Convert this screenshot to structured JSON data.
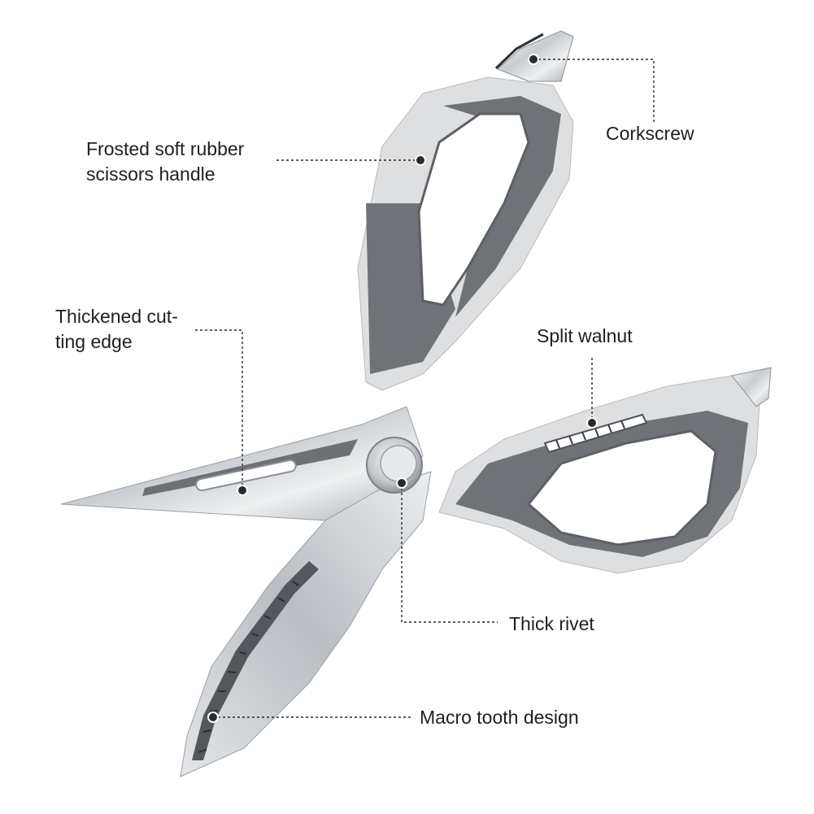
{
  "callouts": {
    "handle": {
      "line1": "Frosted soft rubber",
      "line2": "scissors handle"
    },
    "cutting_edge": {
      "line1": "Thickened cut-",
      "line2": "ting edge"
    },
    "corkscrew": {
      "text": "Corkscrew"
    },
    "walnut": {
      "text": "Split walnut"
    },
    "rivet": {
      "text": "Thick rivet"
    },
    "teeth": {
      "text": "Macro tooth design"
    }
  },
  "colors": {
    "background": "#ffffff",
    "handle_light": "#dedfe0",
    "handle_dark": "#6f7378",
    "blade_steel": "#d9dcdf",
    "text": "#1f1f1f"
  }
}
